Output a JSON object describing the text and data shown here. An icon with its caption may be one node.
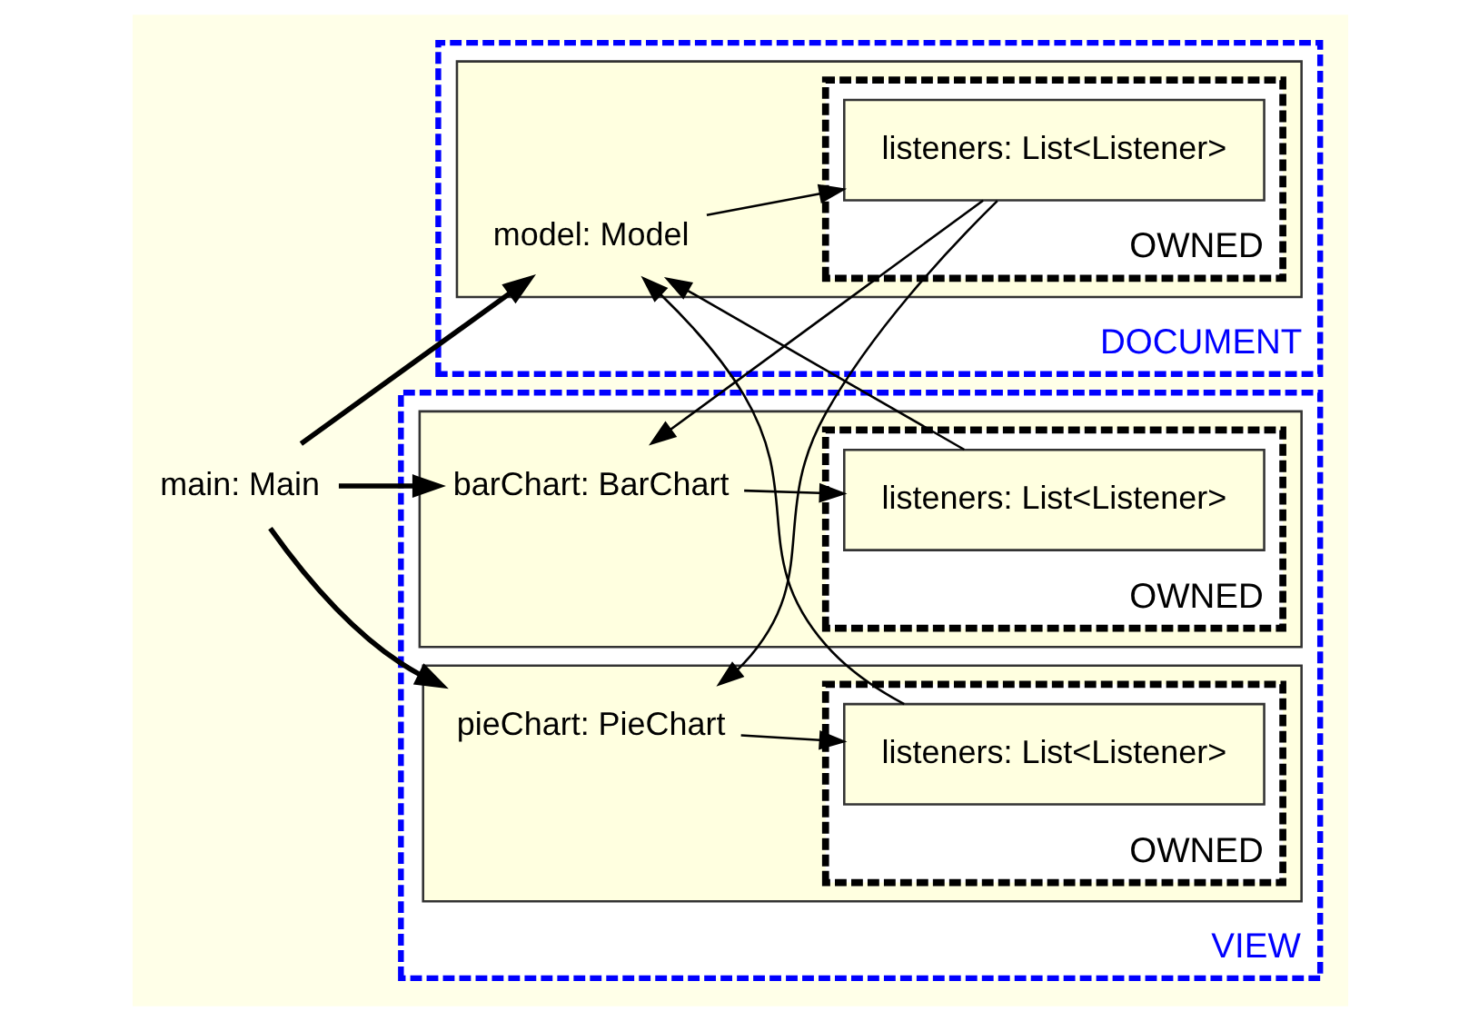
{
  "diagram": {
    "nodes": [
      {
        "text": [
          "main: Main"
        ]
      },
      {
        "text": [
          "DOCUMENT"
        ]
      },
      {
        "text": [],
        "shape": "box",
        "in": 1
      },
      {
        "text": [
          "model: Model"
        ],
        "in": 2
      },
      {
        "text": [
          "OWNED"
        ],
        "in": 2
      },
      {
        "text": [
          "listeners: List<Listener>"
        ],
        "in": 4
      },
      {
        "text": [
          "VIEW"
        ]
      },
      {
        "text": [],
        "shape": "box",
        "in": 6
      },
      {
        "text": [
          "barChart: BarChart"
        ],
        "in": 7
      },
      {
        "text": [
          "OWNED"
        ],
        "in": 7
      },
      {
        "text": [
          "listeners: List<Listener>"
        ],
        "in": 9
      },
      {
        "text": [],
        "shape": "box",
        "in": 6
      },
      {
        "text": [
          "pieChart: PieChart"
        ],
        "in": 11
      },
      {
        "text": [
          "OWNED"
        ],
        "in": 11
      },
      {
        "text": [
          "listeners: List<Listener>"
        ],
        "in": 13
      }
    ],
    "edges": [
      {
        "from": 0,
        "to": 3,
        "arrow": "to",
        "style": "thick"
      },
      {
        "from": 0,
        "to": 8,
        "arrow": "to",
        "style": "thick"
      },
      {
        "from": 0,
        "to": 12,
        "arrow": "to",
        "style": "thick"
      },
      {
        "from": 3,
        "to": 5,
        "arrow": "to"
      },
      {
        "from": 5,
        "to": 8,
        "arrow": "to"
      },
      {
        "from": 5,
        "to": 12,
        "arrow": "to"
      },
      {
        "from": 8,
        "to": 10,
        "arrow": "to"
      },
      {
        "from": 12,
        "to": 14,
        "arrow": "to"
      },
      {
        "from": 10,
        "to": 3,
        "arrow": "to"
      },
      {
        "from": 14,
        "to": 3,
        "arrow": "to"
      }
    ]
  }
}
